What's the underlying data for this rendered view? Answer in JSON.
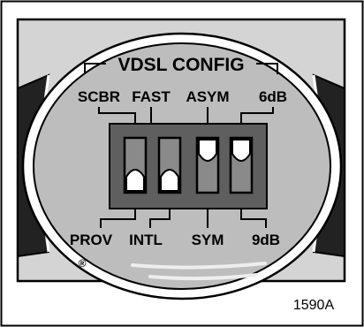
{
  "figure": {
    "id_label": "1590A",
    "mark": "®"
  },
  "panel": {
    "title": "VDSL CONFIG",
    "top_labels": [
      "SCBR",
      "FAST",
      "ASYM",
      "6dB"
    ],
    "bottom_labels": [
      "PROV",
      "INTL",
      "SYM",
      "9dB"
    ]
  },
  "switches": [
    {
      "top": "SCBR",
      "bottom": "PROV",
      "position": "down"
    },
    {
      "top": "FAST",
      "bottom": "INTL",
      "position": "down"
    },
    {
      "top": "ASYM",
      "bottom": "SYM",
      "position": "up"
    },
    {
      "top": "6dB",
      "bottom": "9dB",
      "position": "up"
    }
  ],
  "colors": {
    "panel_fill": "#bdbdbd",
    "outer_gray": "#d4d4d4",
    "switch_block": "#5f5f5f",
    "slot_fill": "#8a8a8a",
    "side_dark": "#222222"
  }
}
